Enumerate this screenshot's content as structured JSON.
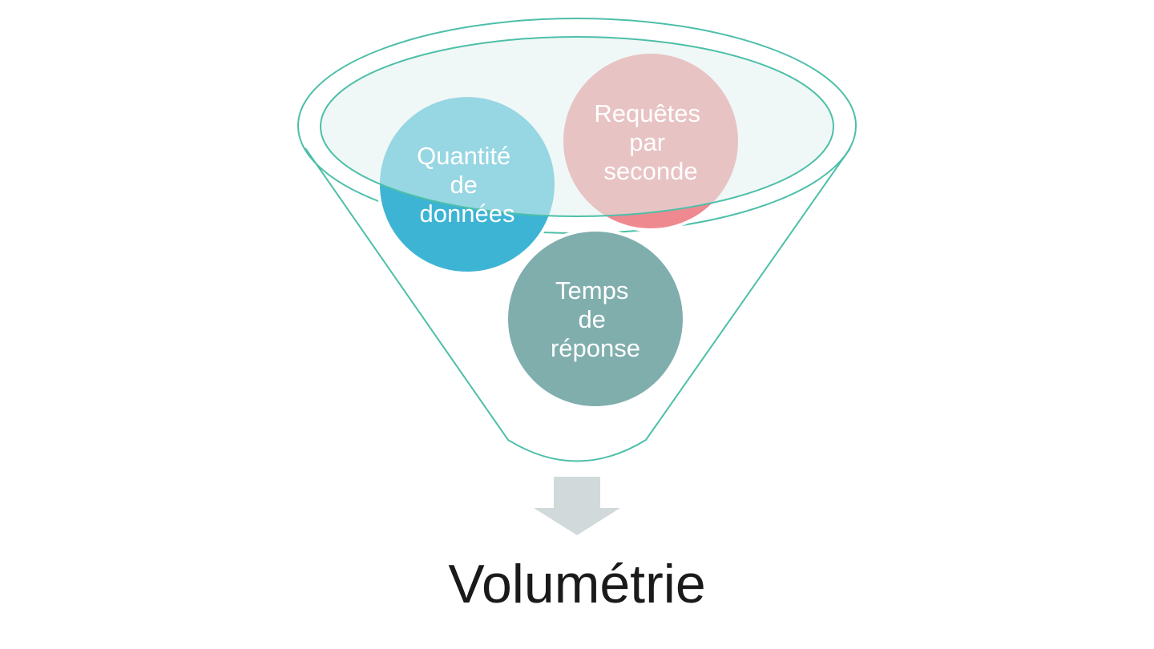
{
  "diagram": {
    "type": "funnel",
    "inputs": [
      {
        "id": "quantite",
        "lines": [
          "Quantité",
          "de",
          "données"
        ],
        "color": "#3db4d4"
      },
      {
        "id": "requetes",
        "lines": [
          "Requêtes",
          "par",
          "seconde"
        ],
        "color": "#ef8990"
      },
      {
        "id": "temps",
        "lines": [
          "Temps",
          "de",
          "réponse"
        ],
        "color": "#80aead"
      }
    ],
    "result": "Volumétrie"
  },
  "colors": {
    "funnel_stroke": "#4dbfa8",
    "funnel_fill": "#e2f2ee",
    "arrow": "#d2d9da"
  }
}
